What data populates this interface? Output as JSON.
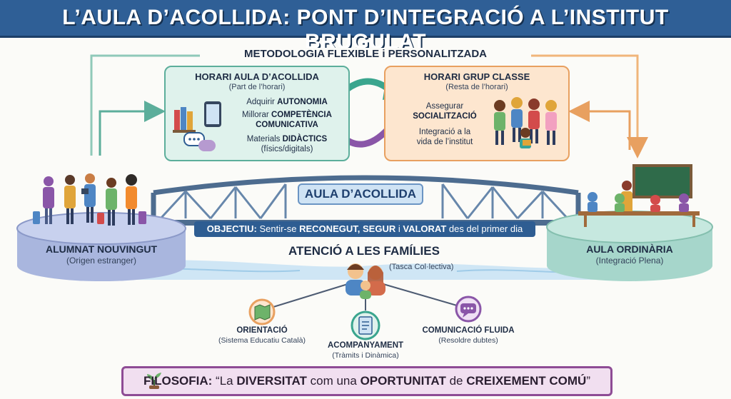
{
  "title": "L’AULA D’ACOLLIDA: PONT D’INTEGRACIÓ A L’INSTITUT BRUGULAT",
  "methodology": "METODOLOGIA FLEXIBLE i PERSONALITZADA",
  "left_box": {
    "title": "HORARI AULA D’ACOLLIDA",
    "subtitle": "(Part de l’horari)",
    "item1_pre": "Adquirir",
    "item1_bold": "AUTONOMIA",
    "item2_pre": "Millorar",
    "item2_bold": "COMPETÈNCIA COMUNICATIVA",
    "item3_pre": "Materials",
    "item3_bold": "DIDÀCTICS",
    "item3_sub": "(físics/digitals)"
  },
  "right_box": {
    "title": "HORARI GRUP CLASSE",
    "subtitle": "(Resta de l’horari)",
    "item1_pre": "Assegurar",
    "item1_bold": "SOCIALITZACIÓ",
    "item2_line1": "Integració a la",
    "item2_line2": "vida de l’institut"
  },
  "bridge_label": "AULA D’ACOLLIDA",
  "objective": {
    "label": "OBJECTIU:",
    "t1": "Sentir-se",
    "b1": "RECONEGUT,",
    "b2": "SEGUR",
    "t2": "i",
    "b3": "VALORAT",
    "t3": "des del primer dia"
  },
  "left_platform": {
    "title": "ALUMNAT NOUVINGUT",
    "subtitle": "(Origen estranger)"
  },
  "right_platform": {
    "title": "AULA ORDINÀRIA",
    "subtitle": "(Integració Plena)"
  },
  "families": {
    "title": "ATENCIÓ A LES FAMÍLIES",
    "subtitle": "(Tasca Col·lectiva)",
    "nodes": [
      {
        "label": "ORIENTACIÓ",
        "sub": "(Sistema Educatiu Català)"
      },
      {
        "label": "ACOMPANYAMENT",
        "sub": "(Tràmits i Dinàmica)"
      },
      {
        "label": "COMUNICACIÓ FLUIDA",
        "sub": "(Resoldre dubtes)"
      }
    ]
  },
  "philosophy": {
    "label": "FILOSOFIA:",
    "q1": "“La",
    "b1": "DIVERSITAT",
    "q2": "com una",
    "b2": "OPORTUNITAT",
    "q3": "de",
    "b3": "CREIXEMENT COMÚ",
    "q4": "”"
  },
  "colors": {
    "title_bg": "#2f5f96",
    "teal_box": "#dff2ec",
    "orange_box": "#fde6cf",
    "objective_bg": "#2e5d92",
    "philosophy_border": "#8e4c95"
  }
}
